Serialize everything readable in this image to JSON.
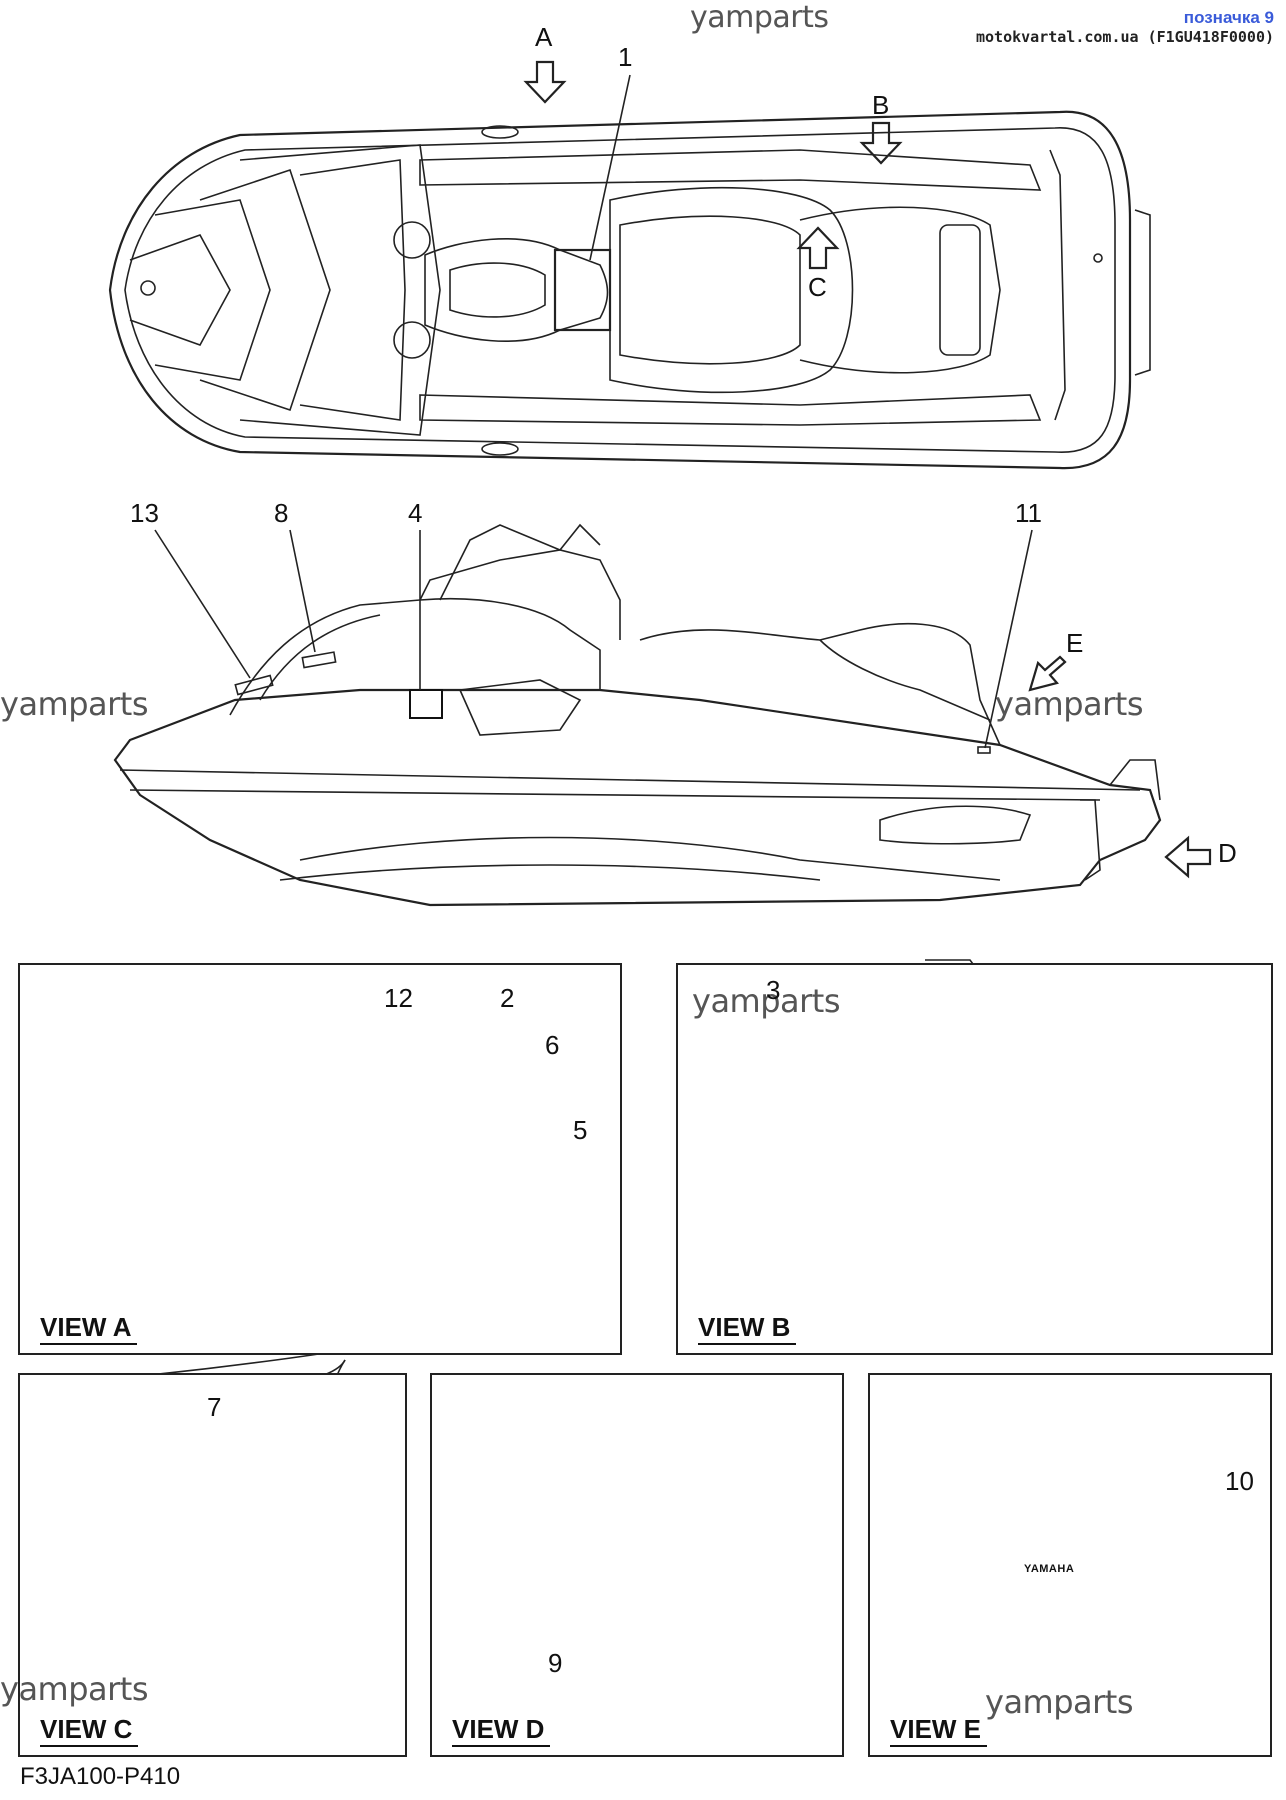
{
  "watermark": "yamparts",
  "header": {
    "title": "позначка 9",
    "subtitle": "motokvartal.com.ua (F1GU418F0000)"
  },
  "arrows": {
    "a": "A",
    "b": "B",
    "c": "C",
    "d": "D",
    "e": "E"
  },
  "callouts": {
    "c1": "1",
    "c2": "2",
    "c3": "3",
    "c4": "4",
    "c5": "5",
    "c6": "6",
    "c7": "7",
    "c8": "8",
    "c9": "9",
    "c10": "10",
    "c11": "11",
    "c12": "12",
    "c13": "13"
  },
  "views": {
    "a": "VIEW A",
    "b": "VIEW B",
    "c": "VIEW C",
    "d": "VIEW D",
    "e": "VIEW E"
  },
  "badge_text": "YAMAHA",
  "figure_code": "F3JA100-P410"
}
